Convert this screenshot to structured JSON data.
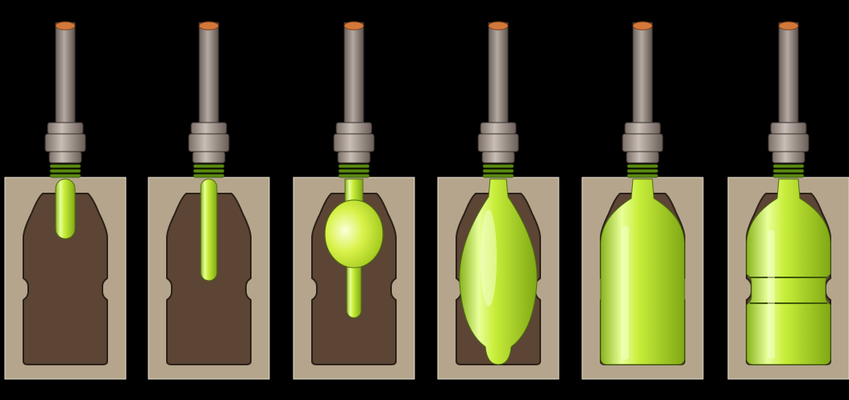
{
  "diagram": {
    "description_visible_text": "",
    "steps": [
      {
        "stage": "preform-inserted",
        "fill_level": 0.0
      },
      {
        "stage": "stretch-rod-extended",
        "fill_level": 0.0
      },
      {
        "stage": "pre-blow-bubble",
        "fill_level": 0.35
      },
      {
        "stage": "partial-blow",
        "fill_level": 0.7
      },
      {
        "stage": "full-blow",
        "fill_level": 0.95
      },
      {
        "stage": "finished-bottle",
        "fill_level": 1.0
      }
    ],
    "colors": {
      "background": "#000000",
      "mold_block": "#b4a58c",
      "mold_cavity": "#5c4535",
      "cavity_outline": "#2c2018",
      "rod_metal": "#8a7e76",
      "rod_tip": "#d2783a",
      "plastic_light": "#f4ffc0",
      "plastic": "#b8e030",
      "plastic_dark": "#6f9a10",
      "thread": "#5c8c10"
    }
  }
}
